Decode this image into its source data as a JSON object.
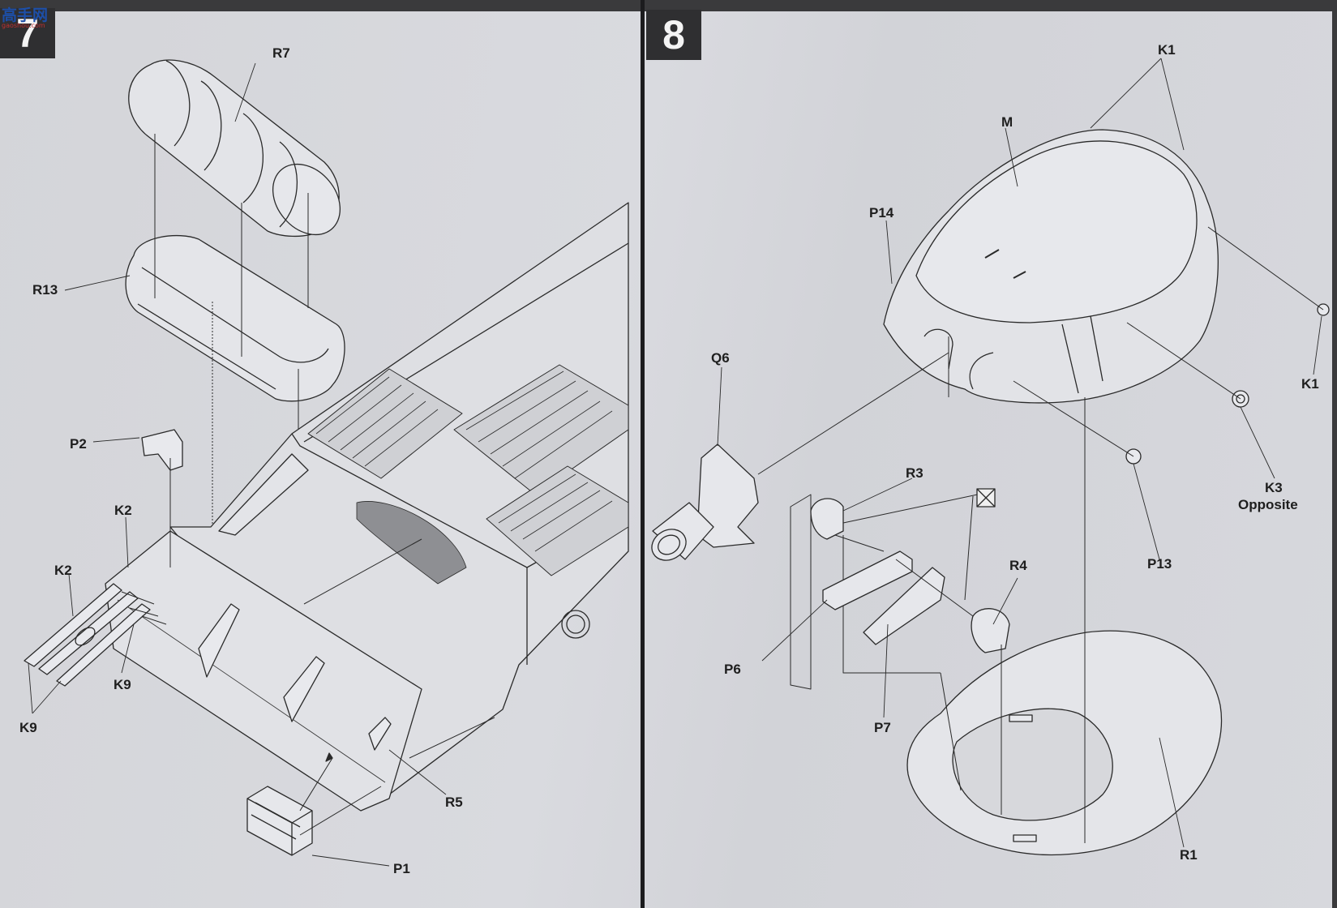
{
  "steps": [
    {
      "number": "7"
    },
    {
      "number": "8"
    }
  ],
  "watermark": {
    "text": "高手网",
    "sub": "gaoshou.com"
  },
  "labels": {
    "r7": "R7",
    "r13": "R13",
    "p2": "P2",
    "k2_a": "K2",
    "k2_b": "K2",
    "k9_a": "K9",
    "k9_b": "K9",
    "r5": "R5",
    "p1": "P1",
    "k1_top": "K1",
    "m": "M",
    "p14": "P14",
    "q6": "Q6",
    "k1_right": "K1",
    "r3": "R3",
    "r4": "R4",
    "k3": "K3",
    "opposite": "Opposite",
    "p13": "P13",
    "p6": "P6",
    "p7": "P7",
    "r1": "R1"
  },
  "colors": {
    "paper": "#d7d8dd",
    "ink": "#1e1e1e",
    "band": "#2f2f31"
  },
  "icons": [
    "no-glue-icon"
  ]
}
